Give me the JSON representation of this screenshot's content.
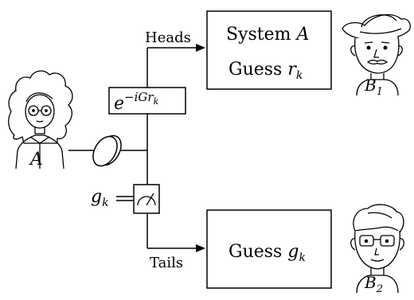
{
  "labels": {
    "heads": "Heads",
    "tails": "Tails"
  },
  "box_top": {
    "line1_text": "System ",
    "line1_var": "A",
    "line2_text": "Guess ",
    "line2_var": "r",
    "line2_sub": "k"
  },
  "box_bottom": {
    "text": "Guess ",
    "var": "g",
    "sub": "k"
  },
  "unitary": {
    "base": "e",
    "exp": "−iGr",
    "exp_sub": "k"
  },
  "measurement": {
    "var": "g",
    "sub": "k",
    "eq": "="
  },
  "people": {
    "alice": {
      "var": "A"
    },
    "bob1": {
      "var": "B",
      "sub": "1"
    },
    "bob2": {
      "var": "B",
      "sub": "2"
    }
  }
}
